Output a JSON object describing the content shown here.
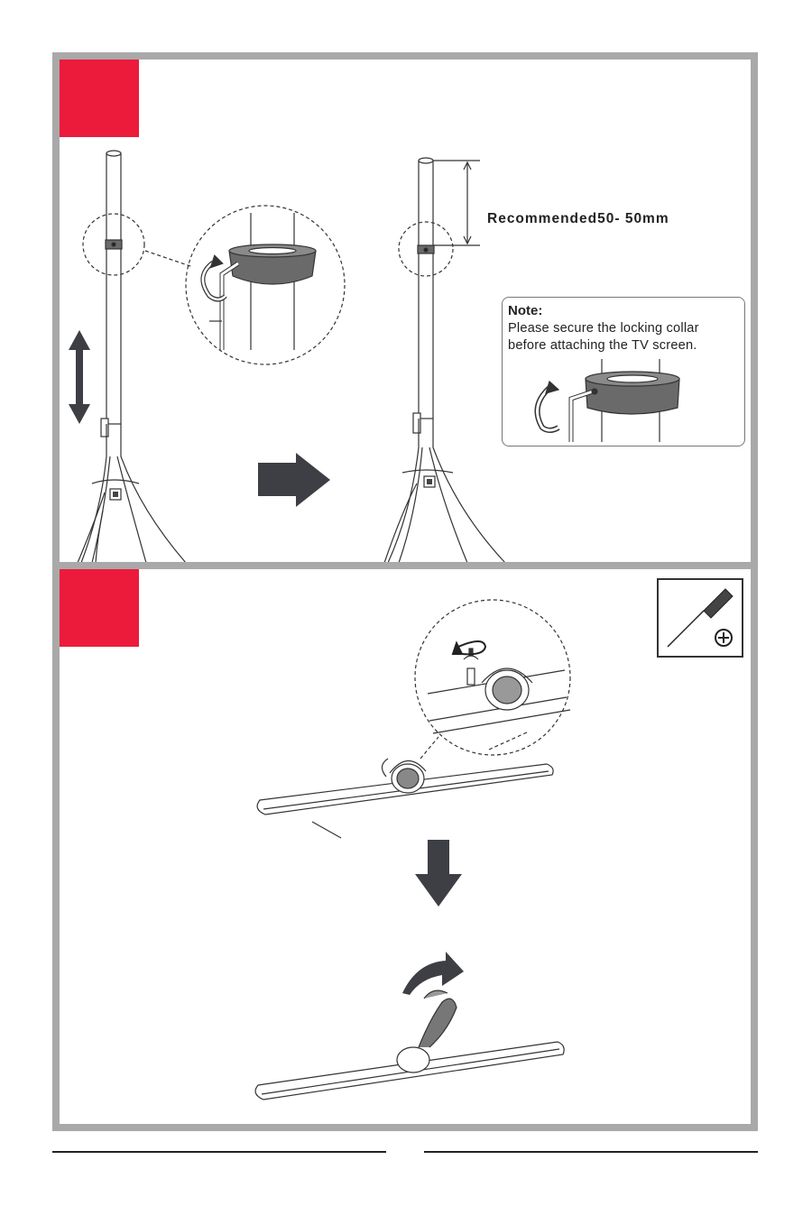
{
  "step_1": {
    "recommended_text": "Recommended50- 50mm",
    "note": {
      "title": "Note:",
      "line_1": "Please secure the locking collar",
      "line_2": "before attaching the TV screen."
    }
  },
  "icons": {
    "step_1": [
      "up-down-arrow-icon",
      "rotate-arrow-icon",
      "right-arrow-icon",
      "allen-key-icon"
    ],
    "step_2": [
      "screwdriver-icon",
      "phillips-head-icon",
      "down-arrow-icon",
      "curved-arrow-icon"
    ]
  },
  "colors": {
    "step_marker": "#ec1b3b",
    "panel_border": "#a9a9a9",
    "arrow": "#3d3f44"
  }
}
